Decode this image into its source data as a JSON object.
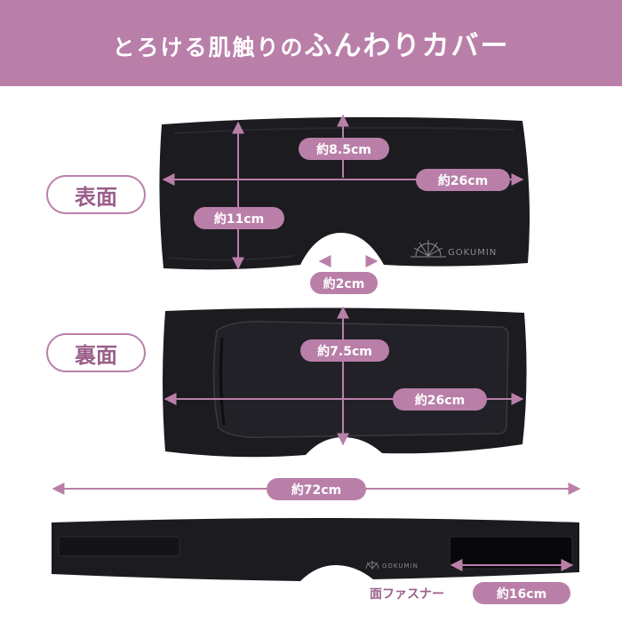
{
  "banner": {
    "title_part1": "とろける肌触りの",
    "title_part2": "ふんわりカバー"
  },
  "front": {
    "label": "表面",
    "brand": "GOKUMIN",
    "dim_depth": "約8.5cm",
    "dim_width": "約26cm",
    "dim_height": "約11cm",
    "dim_nose": "約2cm"
  },
  "back": {
    "label": "裏面",
    "dim_depth": "約7.5cm",
    "dim_width": "約26cm"
  },
  "strap": {
    "brand": "GOKUMIN",
    "dim_length": "約72cm",
    "fastener_label": "面ファスナー",
    "dim_fastener": "約16cm"
  },
  "colors": {
    "accent": "#b97fa9",
    "accent_text": "#9a5f8a",
    "fabric": "#1c1b20"
  }
}
